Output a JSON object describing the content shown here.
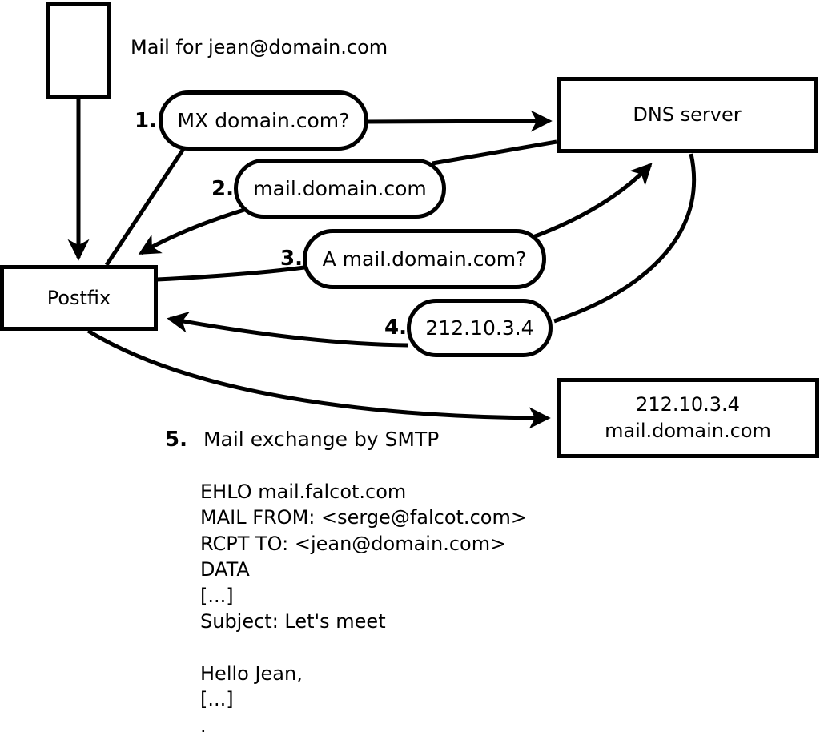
{
  "title": "Mail for jean@domain.com",
  "nodes": {
    "source": "Postfix",
    "dns": "DNS server",
    "dest_ip": "212.10.3.4",
    "dest_host": "mail.domain.com"
  },
  "steps": [
    {
      "num": "1.",
      "label": "MX domain.com?"
    },
    {
      "num": "2.",
      "label": "mail.domain.com"
    },
    {
      "num": "3.",
      "label": "A mail.domain.com?"
    },
    {
      "num": "4.",
      "label": "212.10.3.4"
    },
    {
      "num": "5.",
      "label": "Mail exchange by SMTP"
    }
  ],
  "smtp": {
    "lines": [
      "EHLO mail.falcot.com",
      "MAIL FROM: <serge@falcot.com>",
      "RCPT TO: <jean@domain.com>",
      "DATA",
      "[...]",
      "Subject: Let's meet",
      "",
      "Hello Jean,",
      "[...]",
      "."
    ]
  },
  "colors": {
    "stroke": "#000000",
    "background": "#ffffff"
  }
}
